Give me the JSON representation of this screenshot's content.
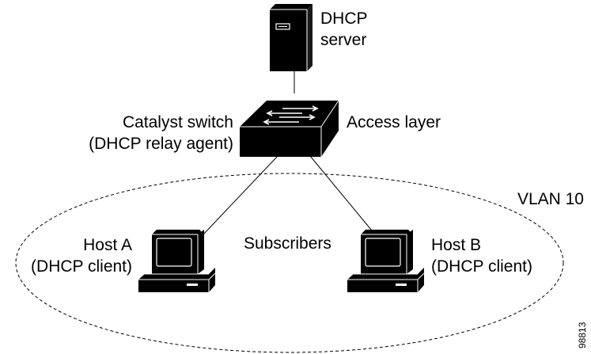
{
  "server": {
    "label_line1": "DHCP",
    "label_line2": "server",
    "icon": "server-tower-icon"
  },
  "switch": {
    "label_line1": "Catalyst switch",
    "label_line2": "(DHCP relay agent)",
    "layer_label": "Access layer",
    "icon": "network-switch-icon"
  },
  "vlan": {
    "label": "VLAN 10"
  },
  "subscribers": {
    "label": "Subscribers"
  },
  "host_a": {
    "label_line1": "Host A",
    "label_line2": "(DHCP client)",
    "icon": "workstation-icon"
  },
  "host_b": {
    "label_line1": "Host B",
    "label_line2": "(DHCP client)",
    "icon": "workstation-icon"
  },
  "figure_id": "98813",
  "colors": {
    "stroke": "#000000",
    "device_fill": "#000000",
    "highlight": "#ffffff"
  }
}
